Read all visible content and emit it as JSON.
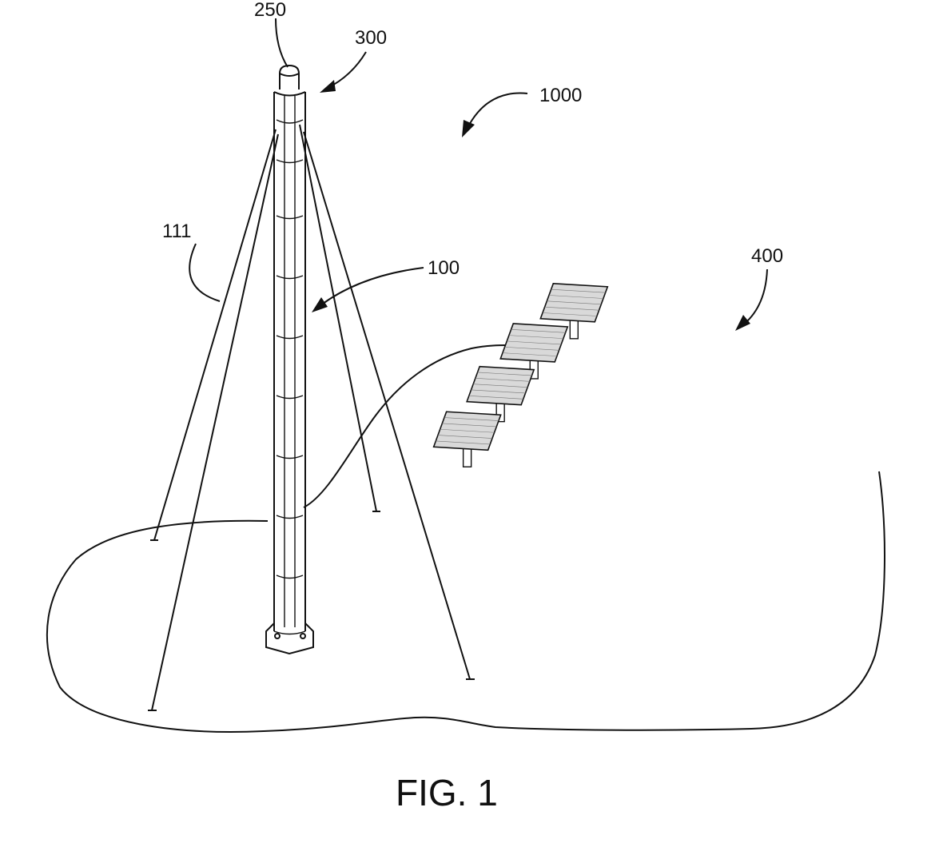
{
  "labels": {
    "ref_250": "250",
    "ref_300": "300",
    "ref_1000": "1000",
    "ref_111": "111",
    "ref_100": "100",
    "ref_400": "400"
  },
  "caption": "FIG. 1",
  "colors": {
    "line": "#111111",
    "panel_fill": "#d9d9d9",
    "background": "#ffffff"
  }
}
